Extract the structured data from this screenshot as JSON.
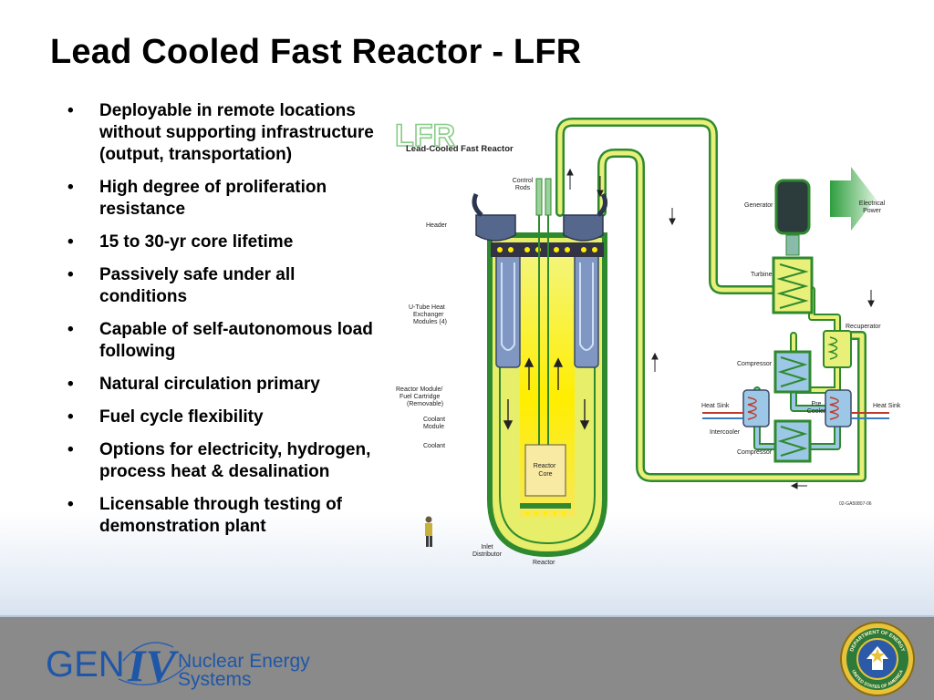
{
  "slide": {
    "title": "Lead Cooled Fast Reactor - LFR",
    "bullet_marker": "•",
    "bullets": [
      "Deployable in remote locations without supporting infrastructure (output, transportation)",
      "High degree of proliferation resistance",
      "15 to 30-yr core lifetime",
      "Passively safe under all conditions",
      "Capable of self-autonomous load following",
      "Natural circulation primary",
      "Fuel cycle flexibility",
      "Options for electricity, hydrogen, process heat & desalination",
      "Licensable through testing of demonstration plant"
    ]
  },
  "diagram": {
    "logo_text": "LFR",
    "subtitle": "Lead-Cooled Fast Reactor",
    "labels": {
      "control_rods": [
        "Control",
        "Rods"
      ],
      "header": "Header",
      "u_tube": [
        "U-Tube Heat",
        "Exchanger",
        "Modules (4)"
      ],
      "reactor_module": [
        "Reactor Module/",
        "Fuel Cartridge",
        "(Removable)"
      ],
      "coolant_module": [
        "Coolant",
        "Module"
      ],
      "coolant": "Coolant",
      "reactor_core": [
        "Reactor",
        "Core"
      ],
      "inlet_distributor": [
        "Inlet",
        "Distributor"
      ],
      "reactor": "Reactor",
      "generator": "Generator",
      "electrical_power": [
        "Electrical",
        "Power"
      ],
      "turbine": "Turbine",
      "recuperator": "Recuperator",
      "compressor_top": "Compressor",
      "heat_sink_left": "Heat Sink",
      "pre_cooler": [
        "Pre",
        "Cooler"
      ],
      "heat_sink_right": "Heat Sink",
      "intercooler": "Intercooler",
      "compressor_bottom": "Compressor",
      "drawing_id": "02-GA50807-06"
    },
    "colors": {
      "pipe_outer": "#2f8a2f",
      "pipe_inner": "#e8f07a",
      "coolant": "#e6ee6a",
      "core_glow": "#ffee00",
      "vessel_dark": "#3a4a66",
      "exchanger_blue": "#8fb0d8",
      "heat_sink_red": "#c0392b",
      "arrow_green": "#6cc86c"
    }
  },
  "footer": {
    "logo_gen": "GEN",
    "logo_iv": "IV",
    "logo_line1": "Nuclear Energy",
    "logo_line2": "Systems",
    "seal_text": "DEPARTMENT OF ENERGY",
    "seal_text_bottom": "UNITED STATES OF AMERICA"
  }
}
